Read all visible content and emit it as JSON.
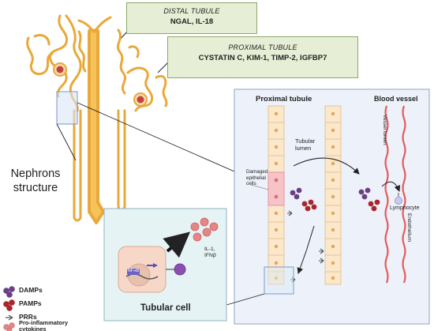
{
  "callouts": {
    "distal": {
      "title": "DISTAL TUBULE",
      "markers": "NGAL, IL-18"
    },
    "proximal": {
      "title": "PROXIMAL TUBULE",
      "markers": "CYSTATIN C, KIM-1, TIMP-2, IGFBP7"
    }
  },
  "nephron_label": {
    "line1": "Nephrons",
    "line2": "structure"
  },
  "panel": {
    "proximal_title": "Proximal tubule",
    "blood_title": "Blood vessel",
    "tubular_lumen_1": "Tubular",
    "tubular_lumen_2": "lumen",
    "damaged_1": "Damaged",
    "damaged_2": "epithelial",
    "damaged_3": "cells",
    "lymphocyte": "Lymphocyte",
    "vessel_lumen": "Vessel lumen",
    "endothelium": "Endothelium"
  },
  "cell_box": {
    "title": "Tubular cell",
    "cytokine_1": "IL-1,",
    "cytokine_2": "IFNβ",
    "nfkb": "NF-κB"
  },
  "legend": [
    {
      "label": "DAMPs"
    },
    {
      "label": "PAMPs"
    },
    {
      "label": "PRRs"
    },
    {
      "label": "Pro-inflammatory\ncytokines"
    }
  ],
  "colors": {
    "panel_bg": "#edf2fa",
    "cellbox_bg": "#e6f3f5",
    "callout_bg": "#e6efd5",
    "nephron": "#f0b64a",
    "damp": "#6a3f86",
    "pamp": "#a8262c",
    "cytokine": "#e58585",
    "vessel": "#e35a5a"
  }
}
